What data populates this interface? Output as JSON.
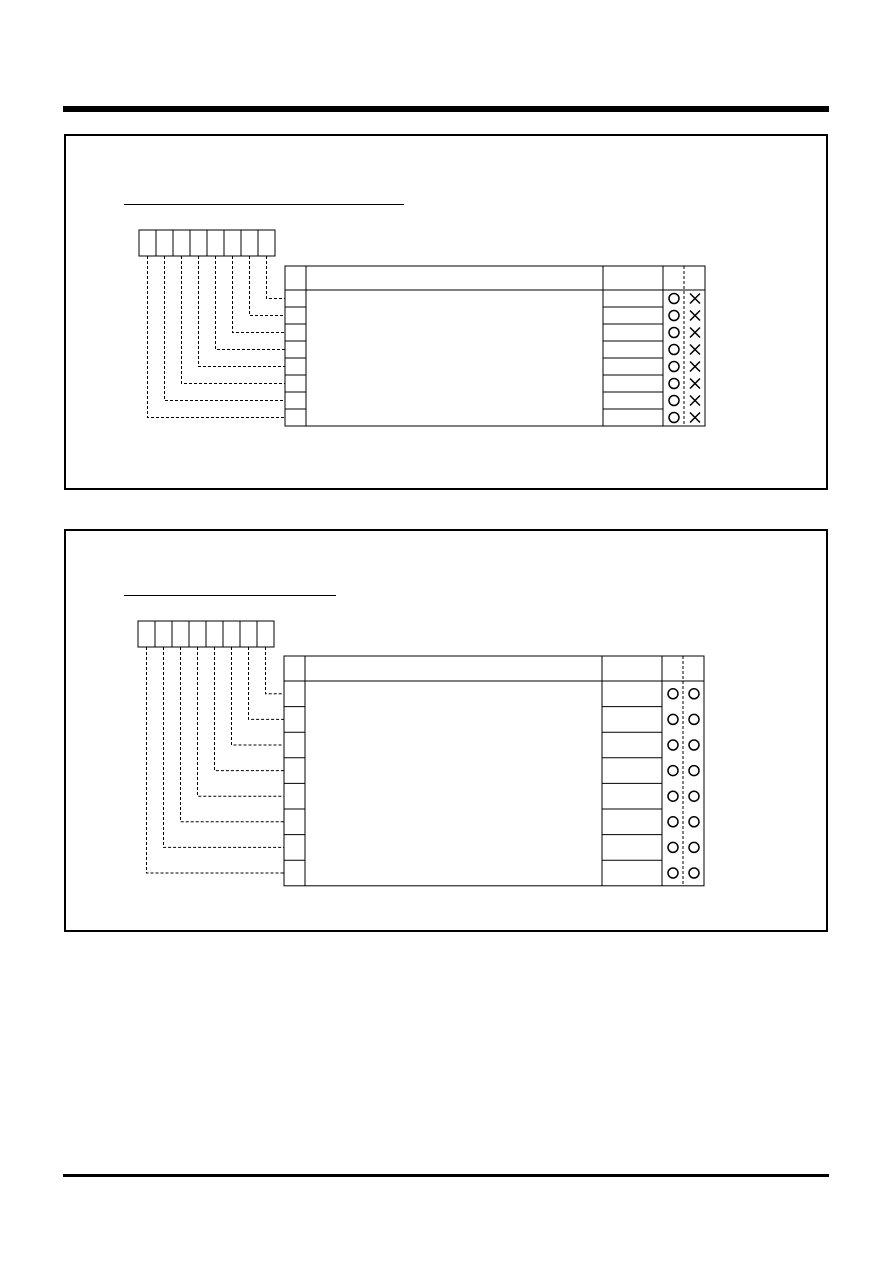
{
  "page": {
    "rule_color": "#000000"
  },
  "registers": [
    {
      "id": "register-1",
      "bit_count": 8,
      "access_marks": [
        "circle",
        "cross"
      ],
      "row_count": 8
    },
    {
      "id": "register-2",
      "bit_count": 8,
      "access_marks": [
        "circle",
        "circle"
      ],
      "row_count": 8
    }
  ]
}
